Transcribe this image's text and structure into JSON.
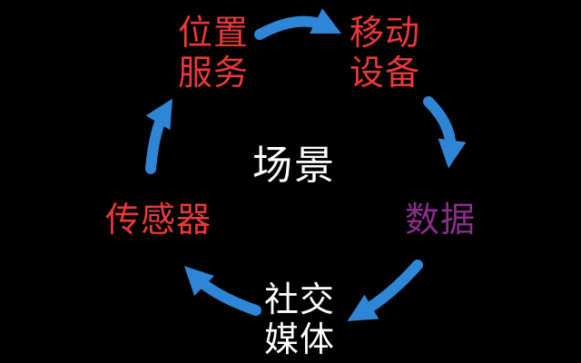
{
  "colors": {
    "background": "#000000",
    "arrow": "#2f86d6",
    "red_label": "#e8393a",
    "purple_label": "#8a2d8c",
    "white_label": "#ffffff"
  },
  "center": {
    "text": "场景",
    "color": "#ffffff"
  },
  "nodes": {
    "location": {
      "lines": [
        "位置",
        "服务"
      ],
      "color": "#e8393a"
    },
    "mobile": {
      "lines": [
        "移动",
        "设备"
      ],
      "color": "#e8393a"
    },
    "data": {
      "lines": [
        "数据"
      ],
      "color": "#8a2d8c"
    },
    "social": {
      "lines": [
        "社交",
        "媒体"
      ],
      "color": "#ffffff"
    },
    "sensor": {
      "lines": [
        "传感器"
      ],
      "color": "#e8393a"
    }
  },
  "cycle_order": [
    "location",
    "mobile",
    "data",
    "social",
    "sensor"
  ],
  "arrow_icon": "curved-arrow"
}
